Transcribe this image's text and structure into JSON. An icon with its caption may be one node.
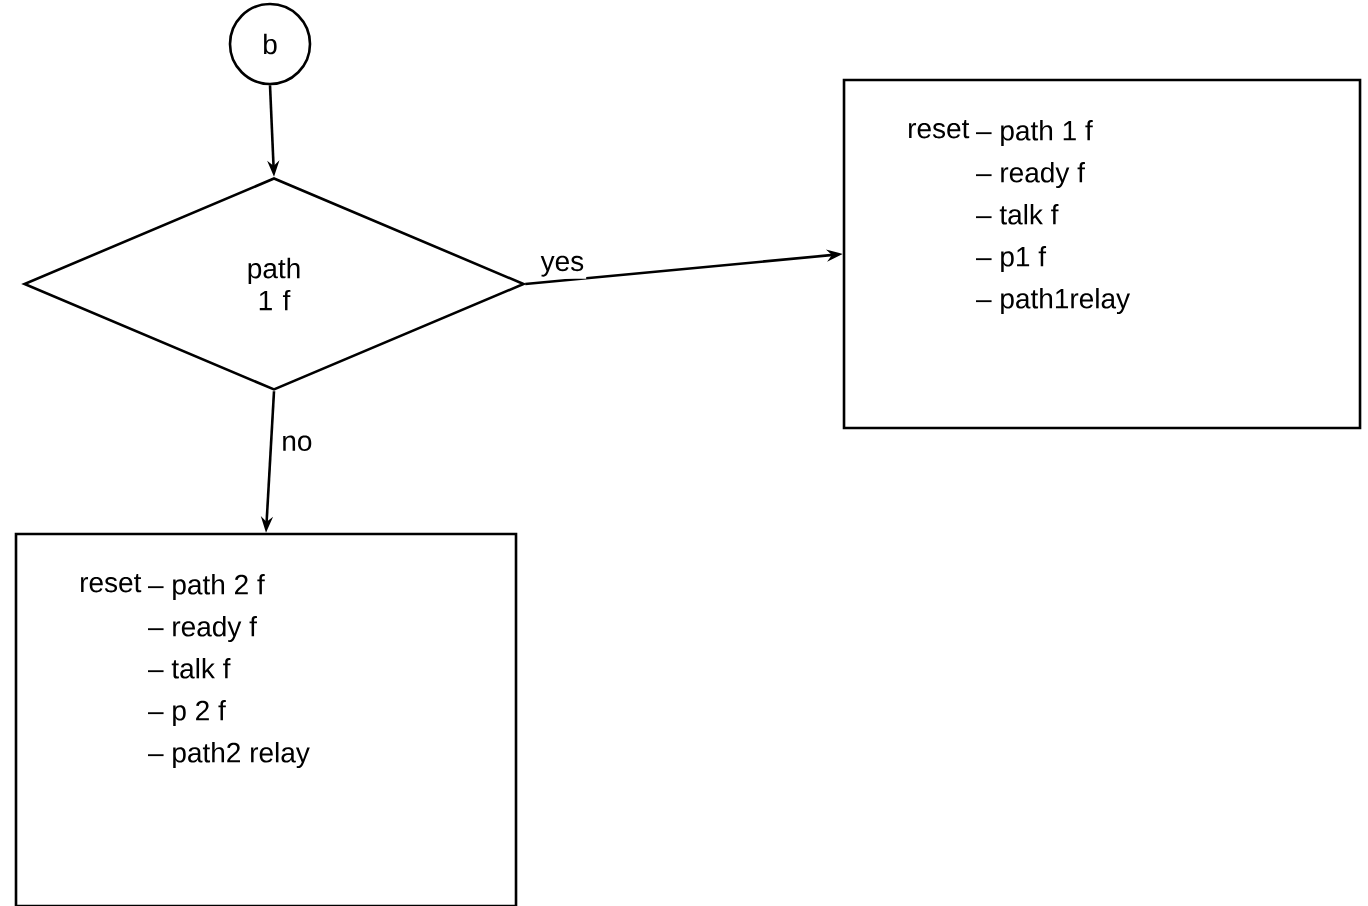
{
  "diagram": {
    "nodes": [
      {
        "text": [
          "b"
        ]
      },
      {
        "text": [
          "path 1 f"
        ]
      },
      {
        "text": [
          "reset",
          "– path 1 f",
          "– ready f",
          "– talk f",
          "– p1 f",
          "– path1relay"
        ]
      },
      {
        "text": [
          "reset",
          "– path 2 f",
          "– ready f",
          "– talk f",
          "– p 2 f",
          "– path2 relay"
        ]
      }
    ],
    "edges": [
      {
        "from": 0,
        "to": 1,
        "arrow": "to"
      },
      {
        "from": 1,
        "to": 2,
        "arrow": "to",
        "label": "yes"
      },
      {
        "from": 1,
        "to": 3,
        "arrow": "to",
        "label": "no"
      }
    ]
  }
}
